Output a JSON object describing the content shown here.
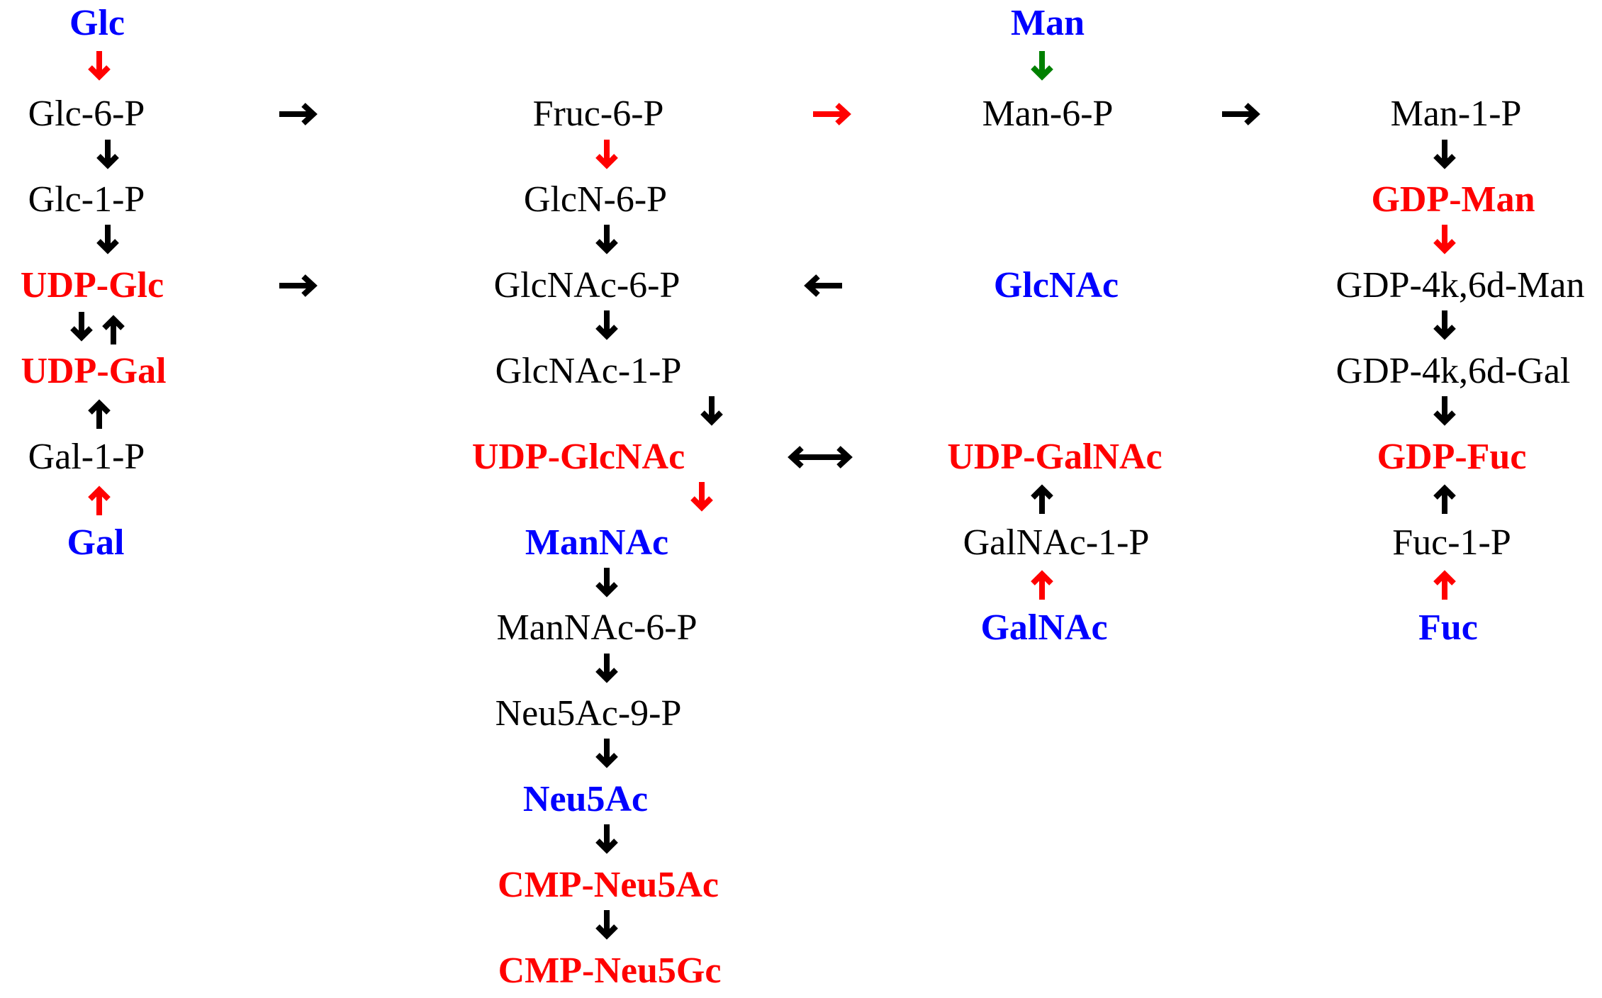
{
  "colors": {
    "metabolite": "#000000",
    "nucleotide": "#ff0000",
    "monosaccharide": "#0000ff",
    "arrow_black": "#000000",
    "arrow_red": "#ff0000",
    "arrow_green": "#008000"
  },
  "nodes": {
    "glc": "Glc",
    "glc_6_p": "Glc-6-P",
    "glc_1_p": "Glc-1-P",
    "udp_glc": "UDP-Glc",
    "udp_gal": "UDP-Gal",
    "gal_1_p": "Gal-1-P",
    "gal": "Gal",
    "fruc_6_p": "Fruc-6-P",
    "glcn_6_p": "GlcN-6-P",
    "glcnac_6_p": "GlcNAc-6-P",
    "glcnac_1_p": "GlcNAc-1-P",
    "udp_glcnac": "UDP-GlcNAc",
    "mannac": "ManNAc",
    "mannac_6_p": "ManNAc-6-P",
    "neu5ac_9_p": "Neu5Ac-9-P",
    "neu5ac": "Neu5Ac",
    "cmp_neu5ac": "CMP-Neu5Ac",
    "cmp_neu5gc": "CMP-Neu5Gc",
    "man": "Man",
    "man_6_p": "Man-6-P",
    "glcnac": "GlcNAc",
    "udp_galnac": "UDP-GalNAc",
    "galnac_1_p": "GalNAc-1-P",
    "galnac": "GalNAc",
    "man_1_p": "Man-1-P",
    "gdp_man": "GDP-Man",
    "gdp_4k6d_man": "GDP-4k,6d-Man",
    "gdp_4k6d_gal": "GDP-4k,6d-Gal",
    "gdp_fuc": "GDP-Fuc",
    "fuc_1_p": "Fuc-1-P",
    "fuc": "Fuc"
  },
  "arrows": [
    {
      "id": "glc-to-glc6p",
      "direction": "down",
      "color": "red"
    },
    {
      "id": "glc6p-to-fruc6p",
      "direction": "right",
      "color": "black"
    },
    {
      "id": "glc6p-to-glc1p",
      "direction": "down",
      "color": "black"
    },
    {
      "id": "glc1p-to-udpglc",
      "direction": "down",
      "color": "black"
    },
    {
      "id": "udpglc-to-glcnac6p",
      "direction": "right",
      "color": "black"
    },
    {
      "id": "udpglc-to-udpgal",
      "direction": "down",
      "color": "black"
    },
    {
      "id": "udpgal-to-udpglc",
      "direction": "up",
      "color": "black"
    },
    {
      "id": "gal1p-to-udpgal",
      "direction": "up",
      "color": "black"
    },
    {
      "id": "gal-to-gal1p",
      "direction": "up",
      "color": "red"
    },
    {
      "id": "fruc6p-to-man6p",
      "direction": "right",
      "color": "red"
    },
    {
      "id": "fruc6p-to-glcn6p",
      "direction": "down",
      "color": "red"
    },
    {
      "id": "glcn6p-to-glcnac6p",
      "direction": "down",
      "color": "black"
    },
    {
      "id": "glcnac-to-glcnac6p",
      "direction": "left",
      "color": "black"
    },
    {
      "id": "glcnac6p-to-glcnac1p",
      "direction": "down",
      "color": "black"
    },
    {
      "id": "glcnac1p-to-udpglcnac",
      "direction": "down",
      "color": "black"
    },
    {
      "id": "udpglcnac-udpgalnac",
      "direction": "both",
      "color": "black"
    },
    {
      "id": "udpglcnac-to-mannac",
      "direction": "down",
      "color": "red"
    },
    {
      "id": "mannac-to-mannac6p",
      "direction": "down",
      "color": "black"
    },
    {
      "id": "mannac6p-to-neu5ac9p",
      "direction": "down",
      "color": "black"
    },
    {
      "id": "neu5ac9p-to-neu5ac",
      "direction": "down",
      "color": "black"
    },
    {
      "id": "neu5ac-to-cmpneu5ac",
      "direction": "down",
      "color": "black"
    },
    {
      "id": "cmpneu5ac-to-cmpneu5gc",
      "direction": "down",
      "color": "black"
    },
    {
      "id": "man-to-man6p",
      "direction": "down",
      "color": "green"
    },
    {
      "id": "man6p-to-man1p",
      "direction": "right",
      "color": "black"
    },
    {
      "id": "galnac1p-to-udpgalnac",
      "direction": "up",
      "color": "black"
    },
    {
      "id": "galnac-to-galnac1p",
      "direction": "up",
      "color": "red"
    },
    {
      "id": "man1p-to-gdpman",
      "direction": "down",
      "color": "black"
    },
    {
      "id": "gdpman-to-gdp4k6dman",
      "direction": "down",
      "color": "red"
    },
    {
      "id": "gdp4k6dman-to-gdp4k6dgal",
      "direction": "down",
      "color": "black"
    },
    {
      "id": "gdp4k6dgal-to-gdpfuc",
      "direction": "down",
      "color": "black"
    },
    {
      "id": "fuc1p-to-gdpfuc",
      "direction": "up",
      "color": "black"
    },
    {
      "id": "fuc-to-fuc1p",
      "direction": "up",
      "color": "red"
    }
  ]
}
